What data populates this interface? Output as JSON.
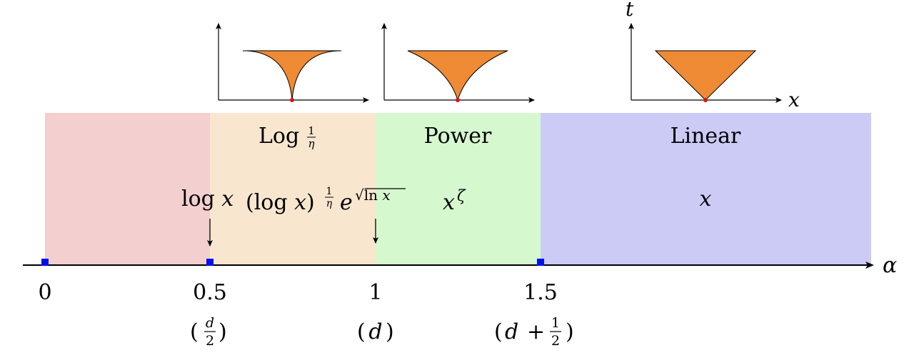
{
  "axis": {
    "label": "α"
  },
  "ticks": [
    {
      "value": "0",
      "sub": ""
    },
    {
      "value": "0.5",
      "sub": "(d/2)"
    },
    {
      "value": "1",
      "sub": "(d)"
    },
    {
      "value": "1.5",
      "sub": "(d + 1/2)"
    }
  ],
  "regions": [
    {
      "id": "region-0",
      "label": "",
      "label_sup": "",
      "color": "#f4cfcf"
    },
    {
      "id": "region-1",
      "label": "Log",
      "label_sup": "1/η",
      "color": "#f8e6cf"
    },
    {
      "id": "region-2",
      "label": "Power",
      "label_sup": "",
      "color": "#d5f8cf"
    },
    {
      "id": "region-3",
      "label": "Linear",
      "label_sup": "",
      "color": "#cbcbf6"
    }
  ],
  "growth_forms": {
    "log_x": "log x",
    "log_x_pow": "(log x)",
    "log_x_pow_sup": "1/η",
    "exp_sqrt": "e",
    "exp_sqrt_sup": "√ln x",
    "power": "x",
    "power_sup": "ζ",
    "linear": "x"
  },
  "insets": {
    "t_label": "t",
    "x_label": "x"
  },
  "colors": {
    "cone": "#ef8a35",
    "marker": "#0010ee",
    "origin_dot": "#e01010",
    "axis": "#000000"
  }
}
